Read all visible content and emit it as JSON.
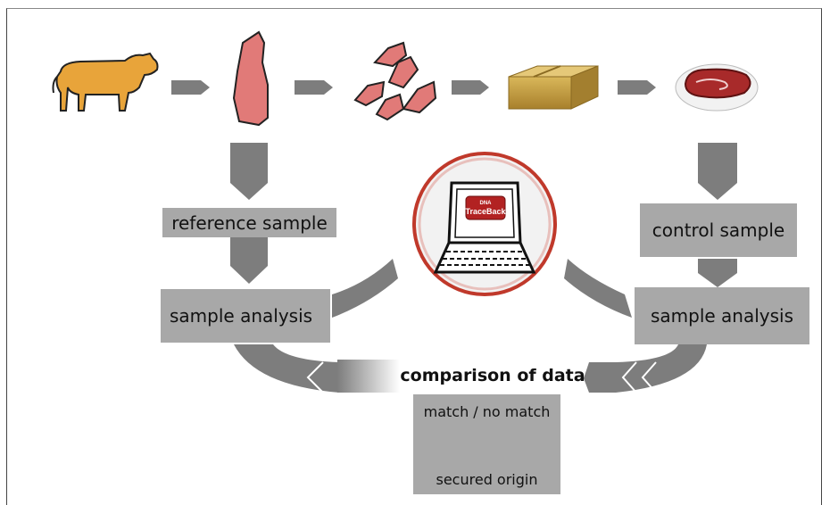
{
  "labels": {
    "reference_sample": "reference sample",
    "control_sample": "control sample",
    "sample_analysis_left": "sample analysis",
    "sample_analysis_right": "sample analysis",
    "comparison": "comparison of data",
    "match": "match / no match",
    "secured_origin": "secured origin"
  },
  "logo": {
    "line1": "DNA",
    "line2": "TraceBack"
  },
  "colors": {
    "arrow_gray": "#7d7d7d",
    "box_gray": "#a8a8a8",
    "cow": "#e8a43a",
    "meat": "#e17a78",
    "box": "#c8a040",
    "ring": "#c0392b"
  }
}
